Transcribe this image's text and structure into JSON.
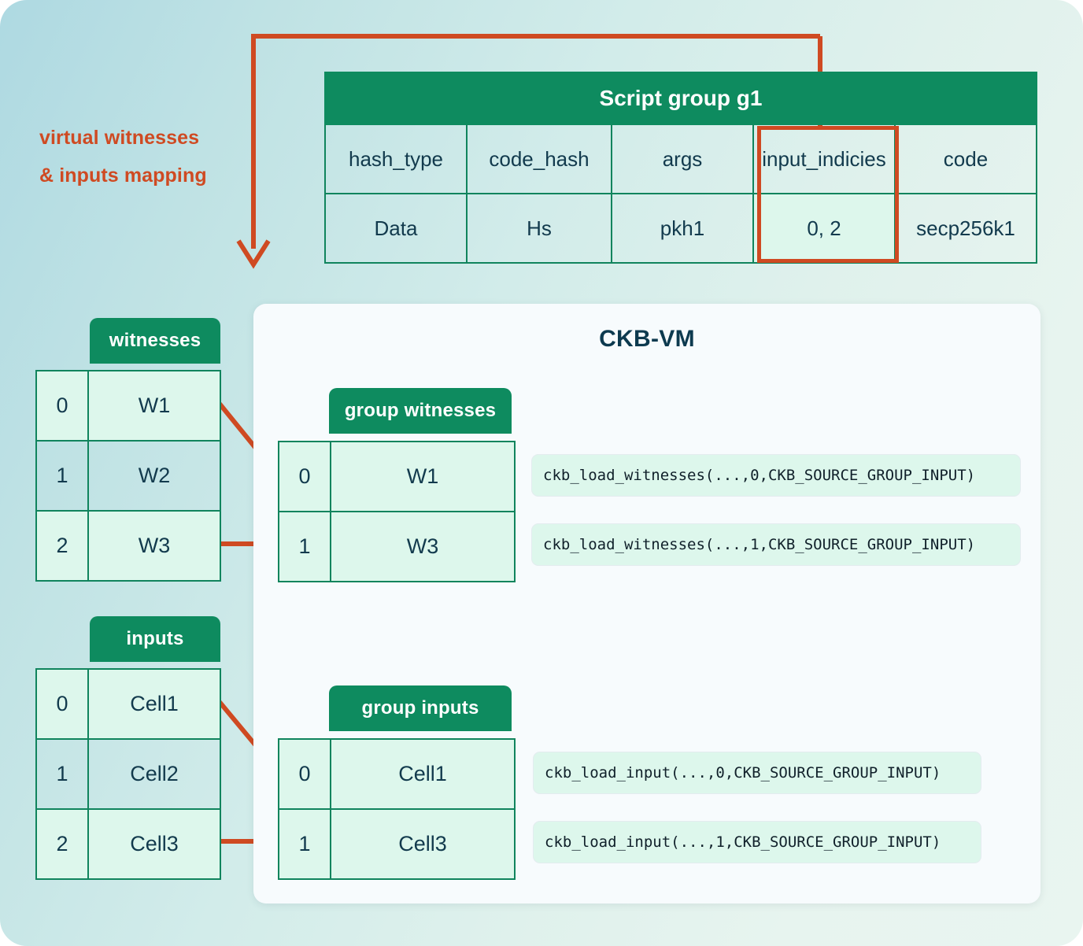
{
  "annotation": {
    "line1": "virtual witnesses",
    "line2": "& inputs mapping",
    "color": "#cf4a22"
  },
  "script_group": {
    "title": "Script group g1",
    "columns": [
      "hash_type",
      "code_hash",
      "args",
      "input_indicies",
      "code"
    ],
    "values": [
      "Data",
      "Hs",
      "pkh1",
      "0, 2",
      "secp256k1"
    ],
    "highlighted_column": "input_indicies",
    "highlight_color": "#cf4a22"
  },
  "vm": {
    "title": "CKB-VM"
  },
  "witnesses_table": {
    "title": "witnesses",
    "rows": [
      {
        "index": "0",
        "value": "W1",
        "selected": true
      },
      {
        "index": "1",
        "value": "W2",
        "selected": false
      },
      {
        "index": "2",
        "value": "W3",
        "selected": true
      }
    ]
  },
  "group_witnesses_table": {
    "title": "group witnesses",
    "rows": [
      {
        "index": "0",
        "value": "W1"
      },
      {
        "index": "1",
        "value": "W3"
      }
    ],
    "calls": [
      "ckb_load_witnesses(...,0,CKB_SOURCE_GROUP_INPUT)",
      "ckb_load_witnesses(...,1,CKB_SOURCE_GROUP_INPUT)"
    ]
  },
  "inputs_table": {
    "title": "inputs",
    "rows": [
      {
        "index": "0",
        "value": "Cell1",
        "selected": true
      },
      {
        "index": "1",
        "value": "Cell2",
        "selected": false
      },
      {
        "index": "2",
        "value": "Cell3",
        "selected": true
      }
    ]
  },
  "group_inputs_table": {
    "title": "group inputs",
    "rows": [
      {
        "index": "0",
        "value": "Cell1"
      },
      {
        "index": "1",
        "value": "Cell3"
      }
    ],
    "calls": [
      "ckb_load_input(...,0,CKB_SOURCE_GROUP_INPUT)",
      "ckb_load_input(...,1,CKB_SOURCE_GROUP_INPUT)"
    ]
  },
  "colors": {
    "green": "#0e8b5f",
    "border_green": "#10845d",
    "mint": "#ddf7ec",
    "orange": "#cf4a22",
    "text": "#123a4d"
  }
}
